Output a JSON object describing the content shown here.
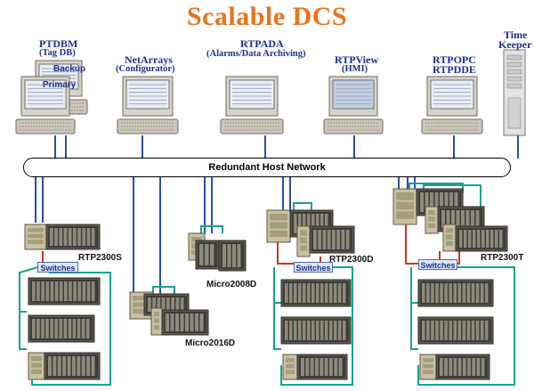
{
  "title": "Scalable DCS",
  "network_label": "Redundant Host Network",
  "workstations": {
    "ptdbm": {
      "name": "PTDBM",
      "sub": "(Tag DB)",
      "backup": "Backup",
      "primary": "Primary"
    },
    "netarrays": {
      "name": "NetArrays",
      "sub": "(Configurator)"
    },
    "rtpada": {
      "name": "RTPADA",
      "sub": "(Alarms/Data Archiving)"
    },
    "rtpview": {
      "name": "RTPView",
      "sub": "(HMI)"
    },
    "rtpopc": {
      "name": "RTPOPC",
      "sub": "RTPDDE"
    },
    "timekeeper": {
      "name": "Time",
      "sub": "Keeper"
    }
  },
  "racks": {
    "rtp2300s": "RTP2300S",
    "micro2008d": "Micro2008D",
    "micro2016d": "Micro2016D",
    "rtp2300d": "RTP2300D",
    "rtp2300t": "RTP2300T"
  },
  "switch_label": "Switches",
  "colors": {
    "title": "#e8741e",
    "label": "#1d2f8c",
    "blue_link": "#2a4fa6",
    "teal_link": "#1aa191",
    "red_link": "#d8311c"
  }
}
